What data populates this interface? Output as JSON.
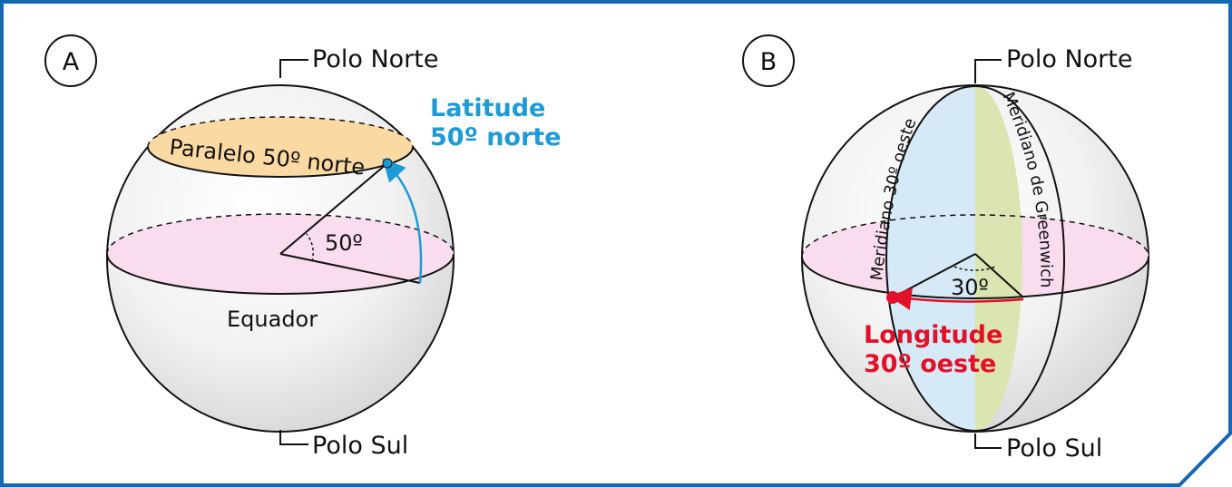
{
  "panel_a": {
    "badge": "A",
    "north_pole": "Polo Norte",
    "south_pole": "Polo Sul",
    "parallel_label": "Paralelo 50º norte",
    "angle_label": "50º",
    "equator_label": "Equador",
    "latitude_line1": "Latitude",
    "latitude_line2": "50º norte"
  },
  "panel_b": {
    "badge": "B",
    "north_pole": "Polo Norte",
    "south_pole": "Polo Sul",
    "meridian_30_label": "Meridiano 30º oeste",
    "greenwich_label": "Meridiano de Greenwich",
    "angle_label": "30º",
    "longitude_line1": "Longitude",
    "longitude_line2": "30º oeste"
  },
  "colors": {
    "frame": "#1567b1",
    "latitude": "#1e9ad6",
    "longitude": "#e2112a",
    "parallel_fill": "#fbd9a3",
    "equator_fill": "#f9dced",
    "meridian_blue": "#d5e9f6",
    "meridian_green": "#dbe5b2"
  }
}
